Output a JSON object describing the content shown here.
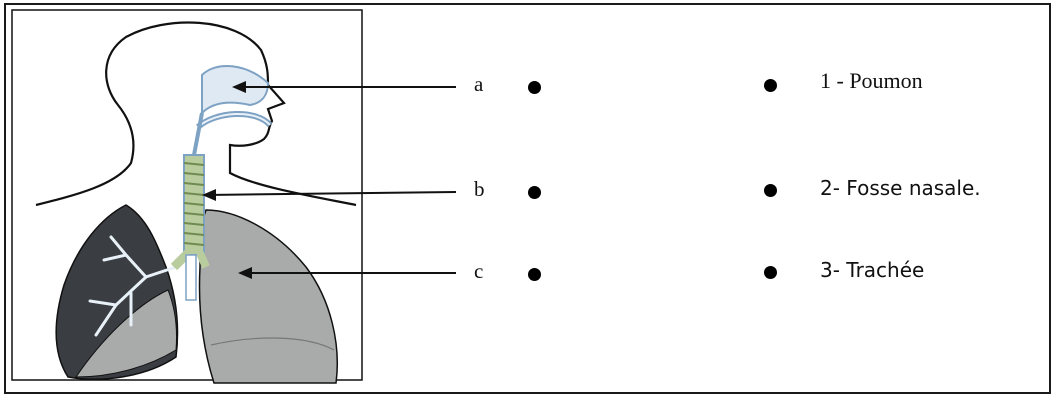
{
  "left_labels": [
    "a",
    "b",
    "c"
  ],
  "right_options": [
    "1 - Poumon",
    "2- Fosse nasale.",
    "3- Trachée"
  ],
  "colors": {
    "lung_dark": "#3a3d42",
    "lung_gray": "#a9abab",
    "airway_blue": "#7ea2c4",
    "trachea_green": "#b9cc9e",
    "outline": "#111111"
  }
}
